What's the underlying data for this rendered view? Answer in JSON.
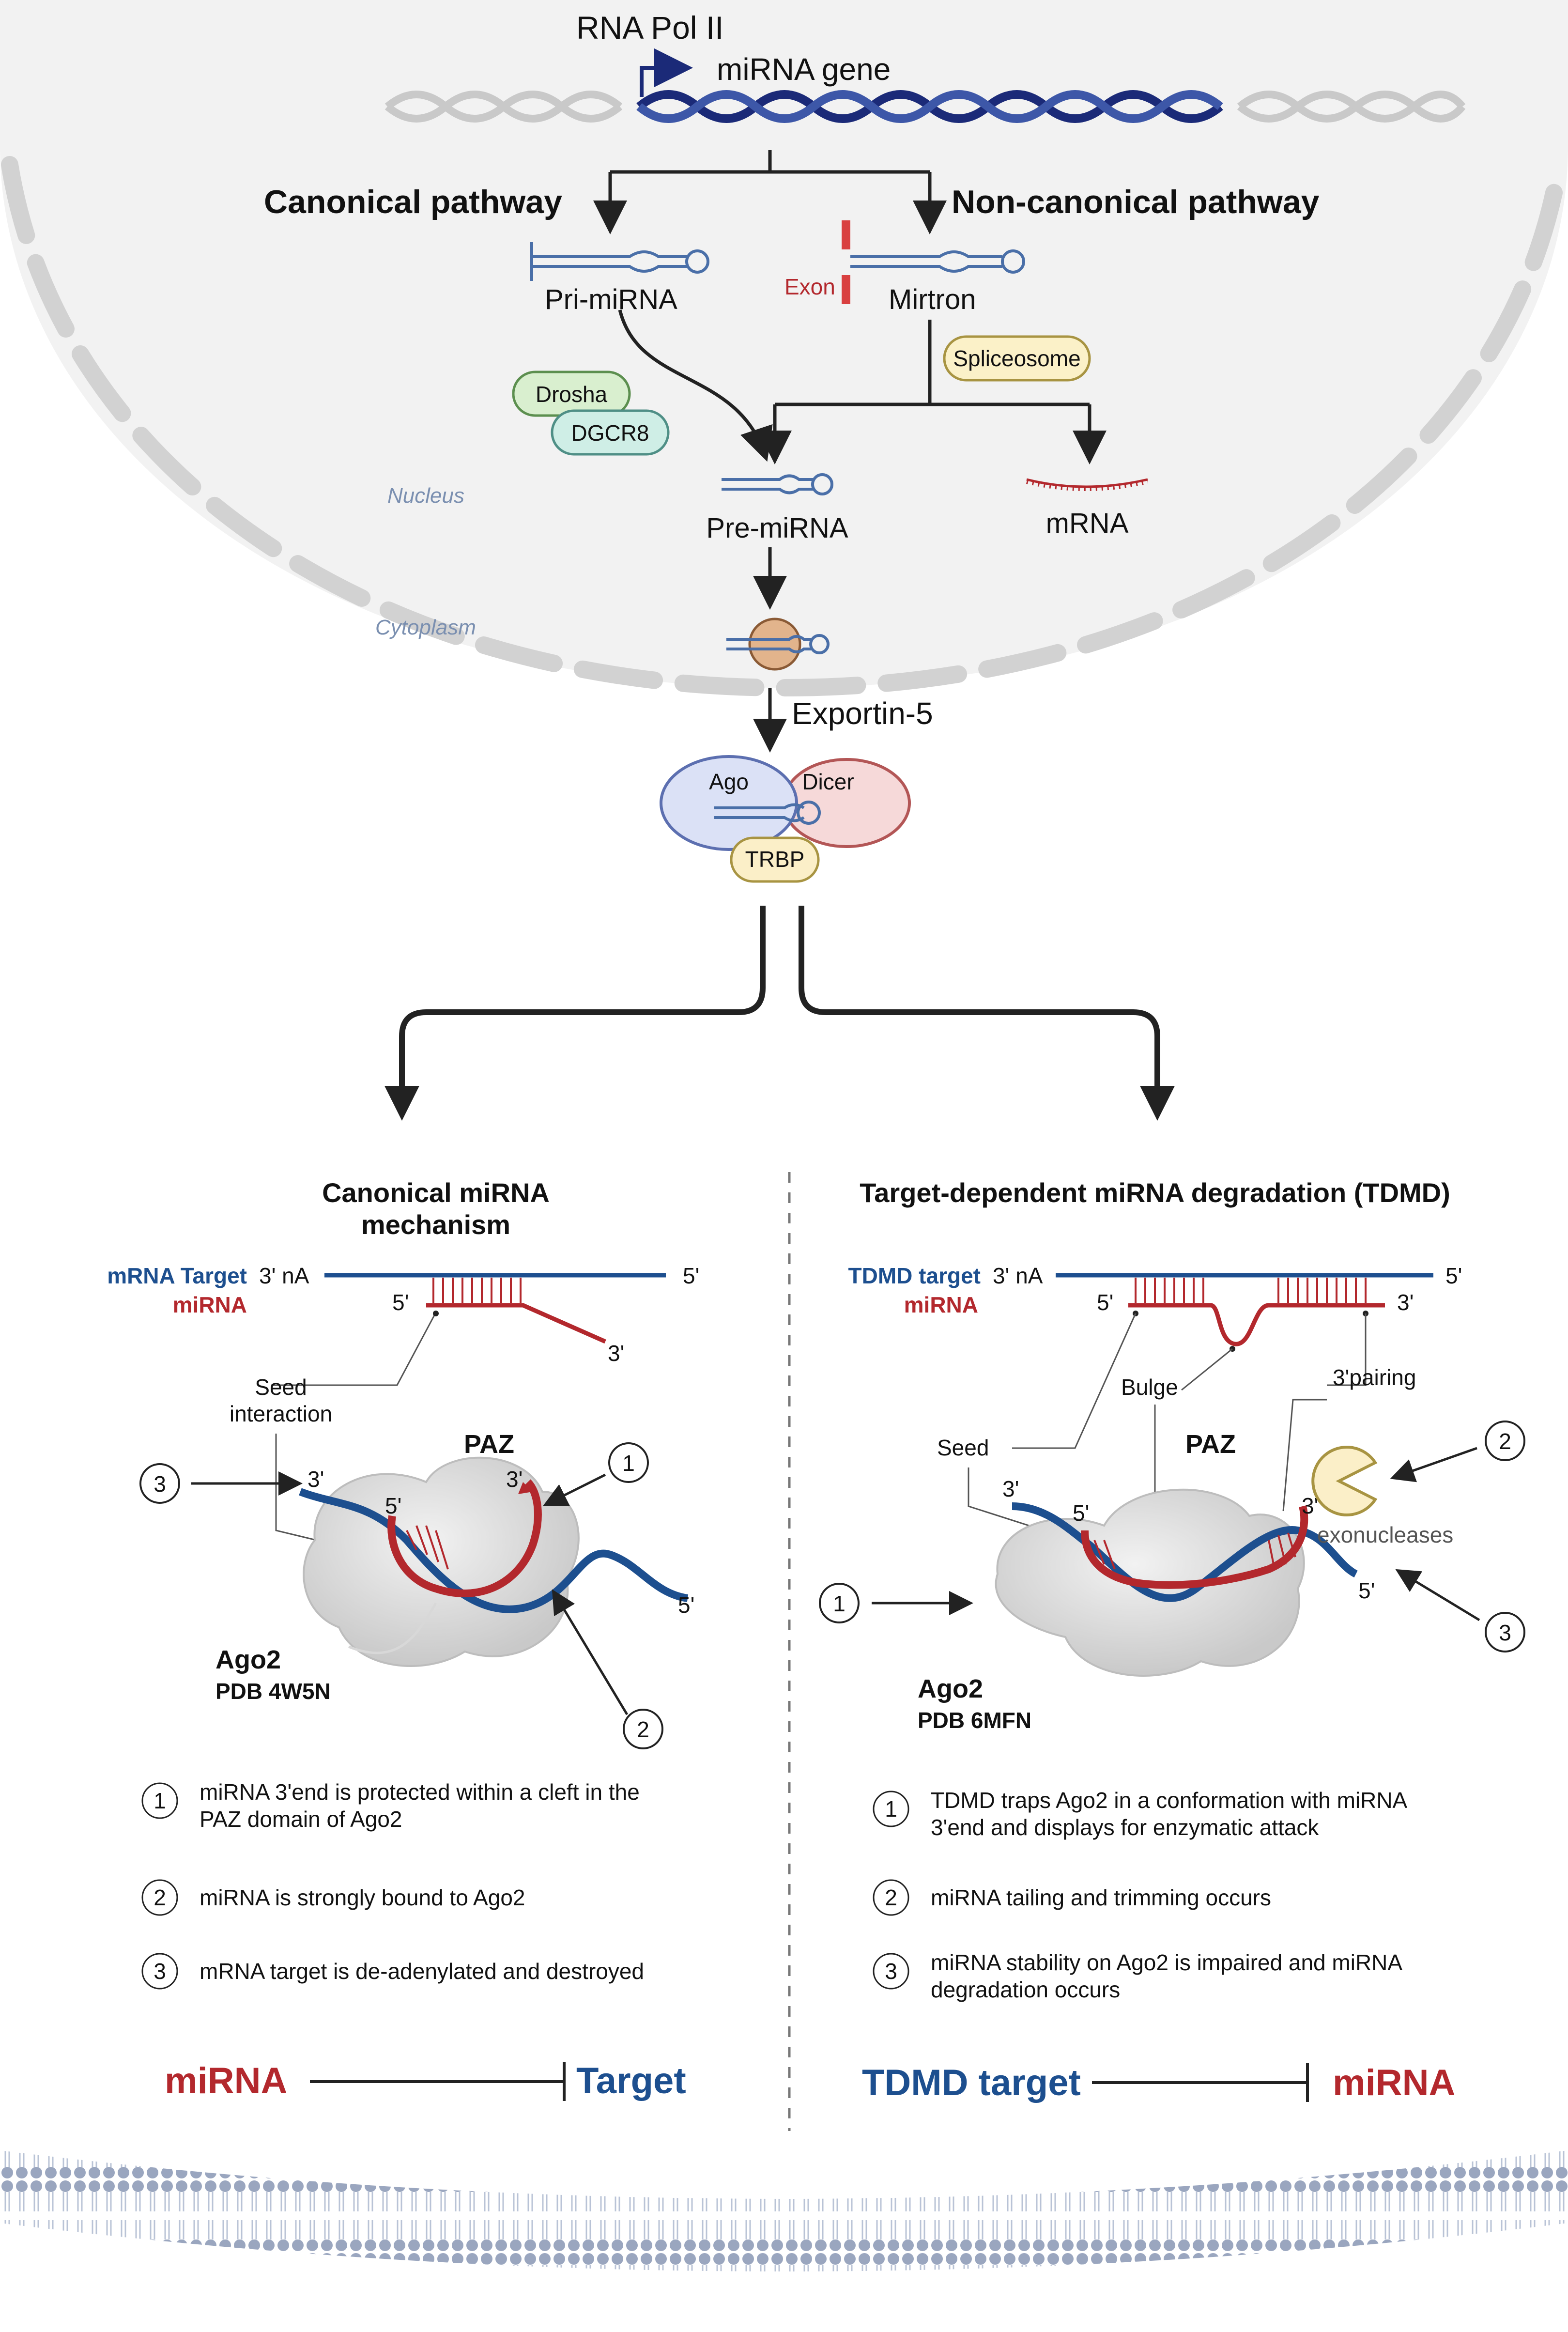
{
  "top": {
    "polymerase": "RNA Pol II",
    "gene": "miRNA gene",
    "canonical_pathway": "Canonical pathway",
    "noncanonical_pathway": "Non-canonical pathway",
    "pri_mirna": "Pri-miRNA",
    "exon": "Exon",
    "mirtron": "Mirtron",
    "spliceosome": "Spliceosome",
    "drosha": "Drosha",
    "dgcr8": "DGCR8",
    "nucleus": "Nucleus",
    "pre_mirna": "Pre-miRNA",
    "mrna": "mRNA",
    "cytoplasm": "Cytoplasm",
    "exportin": "Exportin-5",
    "ago": "Ago",
    "dicer": "Dicer",
    "trbp": "TRBP"
  },
  "left": {
    "title_line1": "Canonical miRNA",
    "title_line2": "mechanism",
    "mrna_target_label": "mRNA Target",
    "mirna_label": "miRNA",
    "end_3na": "3' nA",
    "end_5_top": "5'",
    "end_5_mirna": "5'",
    "end_3_mirna": "3'",
    "seed_line1": "Seed",
    "seed_line2": "interaction",
    "paz": "PAZ",
    "struct_3": "3'",
    "struct_5": "5'",
    "struct_3b": "3'",
    "struct_5b": "5'",
    "ago2": "Ago2",
    "pdb": "PDB 4W5N",
    "callout_1": "1",
    "callout_2": "2",
    "callout_3": "3",
    "steps": [
      {
        "num": "1",
        "line1": "miRNA 3'end is protected within a cleft in the",
        "line2": "PAZ domain of Ago2"
      },
      {
        "num": "2",
        "line1": "miRNA is strongly bound to Ago2",
        "line2": ""
      },
      {
        "num": "3",
        "line1": "mRNA target is de-adenylated and destroyed",
        "line2": ""
      }
    ],
    "summary_left": "miRNA",
    "summary_right": "Target"
  },
  "right": {
    "title": "Target-dependent miRNA degradation (TDMD)",
    "tdmd_target_label": "TDMD target",
    "mirna_label": "miRNA",
    "end_3na": "3' nA",
    "end_5_top": "5'",
    "end_5_mirna": "5'",
    "end_3_mirna": "3'",
    "bulge": "Bulge",
    "pairing": "3'pairing",
    "seed": "Seed",
    "paz": "PAZ",
    "struct_3": "3'",
    "struct_5": "5'",
    "struct_3b": "3'",
    "struct_5b": "5'",
    "exonucleases": "exonucleases",
    "ago2": "Ago2",
    "pdb": "PDB 6MFN",
    "callout_1": "1",
    "callout_2": "2",
    "callout_3": "3",
    "steps": [
      {
        "num": "1",
        "line1": "TDMD traps Ago2 in a conformation with miRNA",
        "line2": "3'end and displays for enzymatic attack"
      },
      {
        "num": "2",
        "line1": "miRNA tailing and trimming occurs",
        "line2": ""
      },
      {
        "num": "3",
        "line1": "miRNA stability on Ago2 is impaired and miRNA",
        "line2": "degradation occurs"
      }
    ],
    "summary_left": "TDMD target",
    "summary_right": "miRNA"
  },
  "colors": {
    "mirna_red": "#b3282d",
    "target_blue": "#1d4f8f",
    "dna_dark": "#1b2a78",
    "nucleus_fill": "#f2f2f2",
    "drosha_fill": "#d9efcf",
    "dgcr8_fill": "#cfeee6",
    "spliceosome_fill": "#fbf1c8",
    "ago_fill": "#dbe1f6",
    "dicer_fill": "#f6d9d9",
    "trbp_fill": "#fbefc8"
  }
}
